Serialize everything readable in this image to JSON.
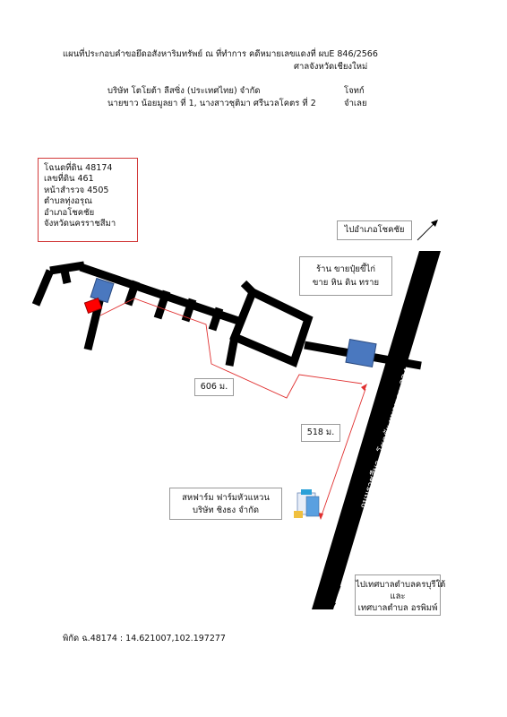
{
  "header": {
    "line1": "แผนที่ประกอบคำขอยึดอสังหาริมทรัพย์ ณ ที่ทำการ คดีหมายเลขแดงที่ ผบE 846/2566",
    "line2": "ศาลจังหวัดเชียงใหม่"
  },
  "parties": {
    "plaintiff": "บริษัท โตโยต้า ลีสซิ่ง (ประเทศไทย) จำกัด",
    "plaintiff_role": "โจทก์",
    "defendants": "นายขาว น้อยมูลยา ที่ 1, นางสาวชุติมา ศรีนวลโคตร ที่ 2",
    "defendants_role": "จำเลย"
  },
  "deed": {
    "lines": [
      "โฉนดที่ดิน 48174",
      "เลขที่ดิน 461",
      "หน้าสำรวจ 4505",
      "ตำบลทุ่งอรุณ",
      "อำเภอโชคชัย",
      "จังหวัดนครราชสีมา"
    ]
  },
  "landmarks": {
    "shop_line1": "ร้าน ขายปุ๋ยขี้ไก่",
    "shop_line2": "ขาย หิน ดิน ทราย",
    "farm_line1": "สหฟาร์ม ฟาร์มหัวแหวน",
    "farm_line2": "บริษัท ชิงธง จำกัด"
  },
  "directions": {
    "to_chokchai": "ไปอำเภอโชคชัย",
    "to_municipal_line1": "ไปเทศบาลตำบลครบุรีใต้",
    "to_municipal_line2": "และ",
    "to_municipal_line3": "เทศบาลตำบล อรพิมพ์"
  },
  "road": {
    "label": "ถนนราชสีมา - โชคชัย หมายเลข 224"
  },
  "distances": {
    "d1": "606 ม.",
    "d2": "518 ม."
  },
  "coordinates": {
    "text": "พิกัด ฉ.48174 : 14.621007,102.197277"
  },
  "colors": {
    "road": "#000000",
    "route": "#e03030",
    "building": "#4a78bf",
    "parcel": "#ff0000",
    "deed_border": "#d23b3b",
    "box_border": "#9a9a9a"
  }
}
